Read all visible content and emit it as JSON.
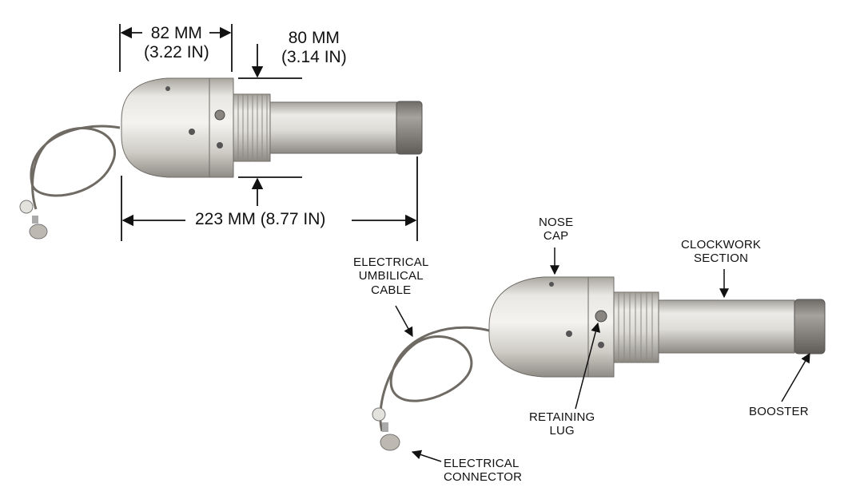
{
  "dimensions": {
    "width_82": {
      "line1": "82 MM",
      "line2": "(3.22 IN)"
    },
    "height_80": {
      "line1": "80 MM",
      "line2": "(3.14 IN)"
    },
    "length_223": {
      "text": "223 MM (8.77 IN)"
    }
  },
  "callouts": {
    "nose_cap": {
      "line1": "NOSE",
      "line2": "CAP"
    },
    "clockwork_section": {
      "line1": "CLOCKWORK",
      "line2": "SECTION"
    },
    "umbilical_cable": {
      "line1": "ELECTRICAL",
      "line2": "UMBILICAL",
      "line3": "CABLE"
    },
    "retaining_lug": {
      "line1": "RETAINING",
      "line2": "LUG"
    },
    "booster": {
      "text": "BOOSTER"
    },
    "electrical_connector": {
      "line1": "ELECTRICAL",
      "line2": "CONNECTOR"
    }
  },
  "colors": {
    "ink": "#111111",
    "metal_light": "#e8e6e2",
    "metal_mid": "#bdbab4",
    "metal_dark": "#7d7a75",
    "booster": "#8a8782",
    "cable": "#6f6a63"
  }
}
